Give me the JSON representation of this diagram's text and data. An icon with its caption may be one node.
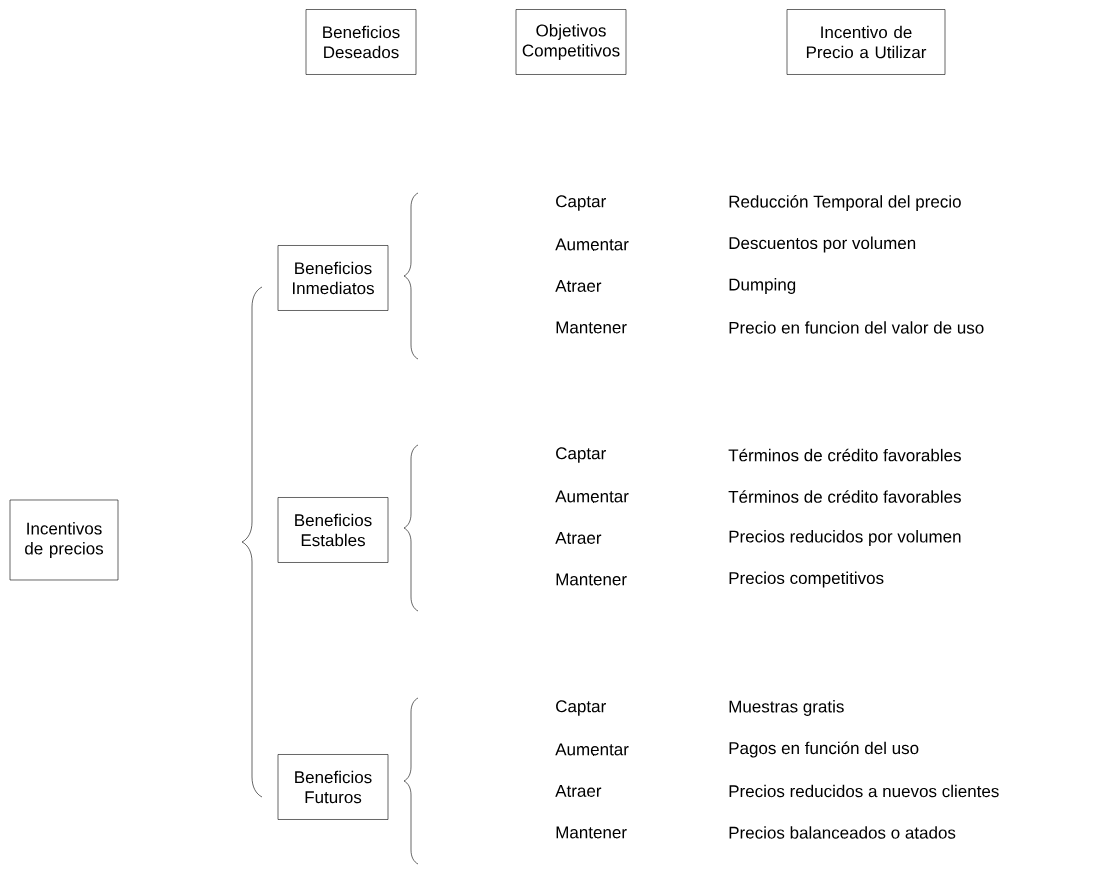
{
  "diagram": {
    "nodes": [
      {
        "text": [
          "Beneficios Deseados"
        ]
      },
      {
        "text": [
          "Objetivos Competitivos"
        ]
      },
      {
        "text": [
          "Incentivo de Precio a Utilizar"
        ]
      },
      {
        "text": [
          "Incentivos de precios"
        ]
      },
      {
        "text": [
          "Beneficios Inmediatos"
        ]
      },
      {
        "text": [
          "Beneficios Estables"
        ]
      },
      {
        "text": [
          "Beneficios Futuros"
        ]
      }
    ],
    "labels": [
      "Captar",
      "Reducción Temporal del precio",
      "Aumentar",
      "Descuentos por volumen",
      "Atraer",
      "Dumping",
      "Mantener",
      "Precio en funcion del valor de uso",
      "Captar",
      "Términos de crédito favorables",
      "Aumentar",
      "Términos de crédito favorables",
      "Atraer",
      "Precios reducidos por volumen",
      "Mantener",
      "Precios competitivos",
      "Captar",
      "Muestras gratis",
      "Aumentar",
      "Pagos en función del uso",
      "Atraer",
      "Precios reducidos a nuevos clientes",
      "Mantener",
      "Precios balanceados o atados"
    ]
  }
}
